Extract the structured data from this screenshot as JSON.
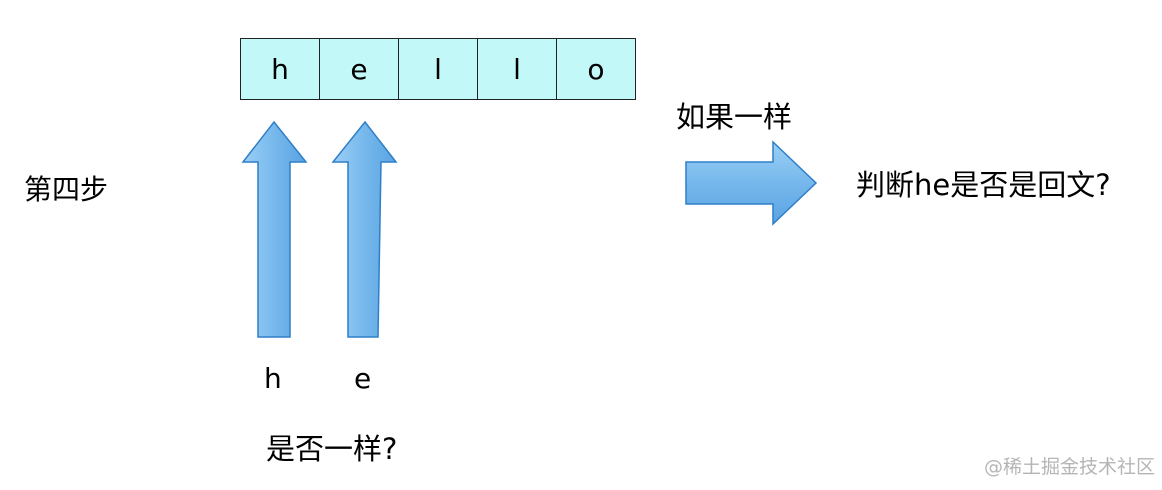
{
  "cells": [
    "h",
    "e",
    "l",
    "l",
    "o"
  ],
  "step_label": "第四步",
  "if_same": "如果一样",
  "judge_text": "判断he是否是回文?",
  "pointers": [
    "h",
    "e"
  ],
  "question": "是否一样?",
  "watermark": "@稀土掘金技术社区",
  "colors": {
    "cell_fill": "#c3f8f8",
    "arrow_fill": "#6fb2ea",
    "arrow_stroke": "#2f7fc8"
  }
}
